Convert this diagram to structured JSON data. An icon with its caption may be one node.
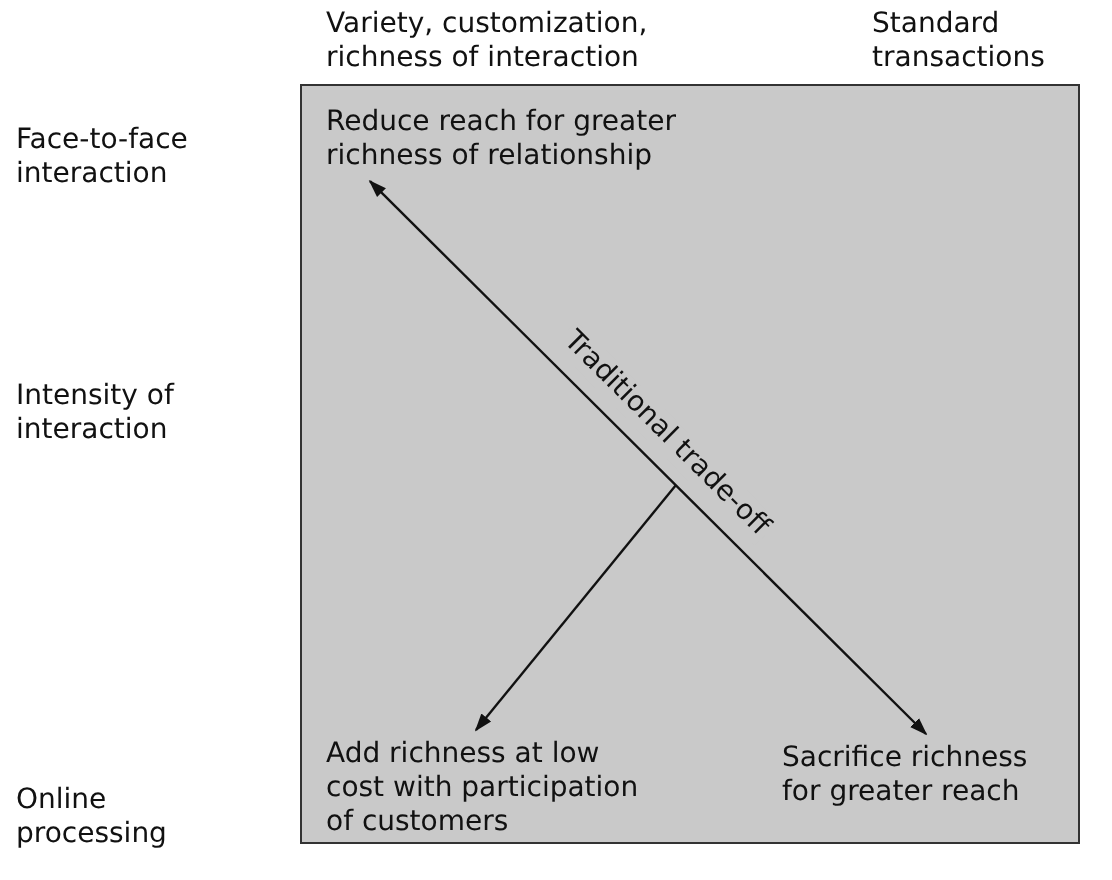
{
  "diagram": {
    "nodes": [
      {
        "text": [],
        "shape": "box"
      },
      {
        "text": [
          "Reduce reach for greater richness of relationship"
        ],
        "in": 0
      },
      {
        "text": [
          "Add richness at low cost with participation of customers"
        ],
        "in": 0
      },
      {
        "text": [
          "Sacrifice richness for greater reach"
        ],
        "in": 0
      }
    ],
    "edges": [
      {
        "from": 1,
        "to": 3,
        "arrow": "both",
        "label": "Traditional trade-off"
      },
      {
        "from": null,
        "to": 2,
        "arrow": "to"
      }
    ],
    "labels": [
      "Variety, customization, richness of interaction",
      "Standard transactions",
      "Face-to-face interaction",
      "Intensity of interaction",
      "Online processing"
    ]
  }
}
